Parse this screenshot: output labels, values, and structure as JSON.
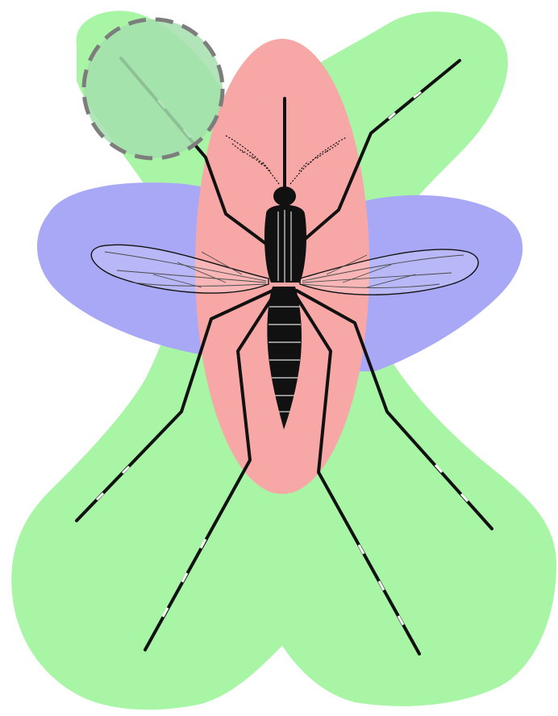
{
  "figure": {
    "subject": "mosquito",
    "regions": [
      {
        "id": "legs",
        "color": "#a8f5a5"
      },
      {
        "id": "wings",
        "color": "#a9a8f6"
      },
      {
        "id": "body",
        "color": "#f7a8a6"
      }
    ],
    "highlight": {
      "target": "front-left-leg-tip",
      "fill": "#a4dfae",
      "stroke": "#7d7d7d",
      "style": "dashed"
    },
    "ink_color": "#111111",
    "wing_vein_color": "#4a4a4a"
  }
}
